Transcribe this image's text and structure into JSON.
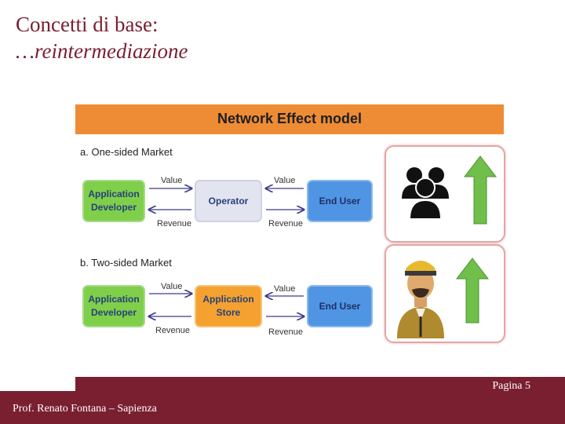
{
  "slide": {
    "title_line1": "Concetti di base:",
    "title_line2": "…reintermediazione",
    "page_label": "Pagina 5",
    "author": "Prof. Renato Fontana – Sapienza"
  },
  "figure": {
    "banner": "Network Effect model",
    "section_a": {
      "heading": "a. One-sided Market",
      "nodes": [
        "Application Developer",
        "Operator",
        "End User"
      ],
      "value_label": "Value",
      "revenue_label": "Revenue"
    },
    "section_b": {
      "heading": "b. Two-sided Market",
      "nodes": [
        "Application Developer",
        "Application Store",
        "End User"
      ],
      "value_label": "Value",
      "revenue_label": "Revenue"
    }
  },
  "icons": [
    "users-group-icon",
    "arrow-up-icon",
    "taxi-driver-icon",
    "arrow-up-icon"
  ],
  "colors": {
    "title": "#7a1f30",
    "footer": "#7a1f30",
    "banner": "#ee8c36",
    "developer_node": "#7fcf4a",
    "operator_node": "#e2e4f0",
    "end_user_node": "#4f95e3",
    "store_node": "#f5a12f",
    "arrow_up": "#6fbf4a"
  }
}
